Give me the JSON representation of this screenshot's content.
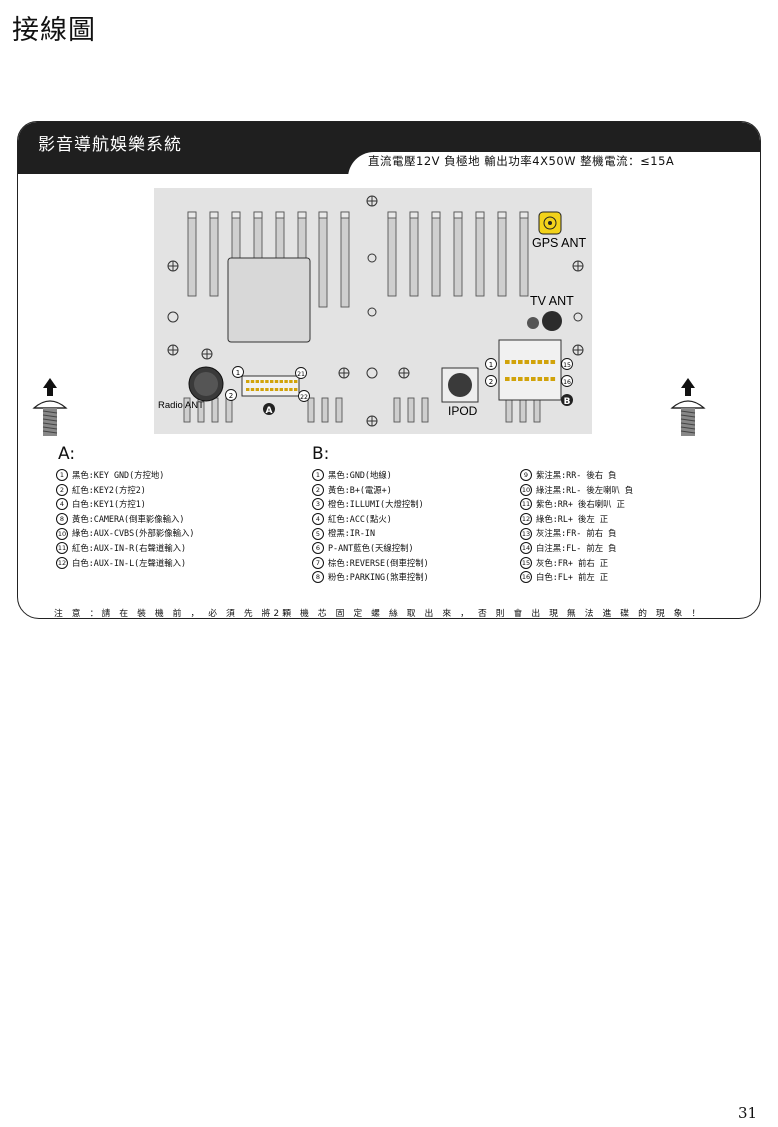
{
  "page": {
    "title": "接線圖",
    "page_number": "31"
  },
  "panel": {
    "title": "影音導航娛樂系統",
    "spec": "直流電壓12V 負極地 輸出功率4X50W 整機電流：≤15A"
  },
  "diagram": {
    "labels": {
      "gps_ant": "GPS ANT",
      "tv_ant": "TV ANT",
      "radio_ant": "Radio ANT",
      "ipod": "IPOD",
      "connector_a": "A",
      "connector_b": "B",
      "a_pin_first": "1",
      "a_pin_second": "2",
      "a_pin_21": "21",
      "a_pin_22": "22",
      "b_pin_first": "1",
      "b_pin_second": "2",
      "b_pin_15": "15",
      "b_pin_16": "16"
    },
    "colors": {
      "gps_ant": "#f2d21a",
      "panel_bg": "#e3e3e3",
      "dark": "#3a3a3a"
    }
  },
  "group_a": {
    "heading": "A:",
    "items": [
      {
        "num": "1",
        "text": "黑色:KEY GND(方控地)"
      },
      {
        "num": "2",
        "text": "紅色:KEY2(方控2)"
      },
      {
        "num": "4",
        "text": "白色:KEY1(方控1)"
      },
      {
        "num": "8",
        "text": "黃色:CAMERA(倒車影像輸入)"
      },
      {
        "num": "10",
        "text": "綠色:AUX-CVBS(外部影像輸入)"
      },
      {
        "num": "11",
        "text": "紅色:AUX-IN-R(右聲道輸入)"
      },
      {
        "num": "12",
        "text": "白色:AUX-IN-L(左聲道輸入)"
      }
    ]
  },
  "group_b": {
    "heading": "B:",
    "items": [
      {
        "num": "1",
        "text": "黑色:GND(地線)"
      },
      {
        "num": "2",
        "text": "黃色:B+(電源+)"
      },
      {
        "num": "3",
        "text": "橙色:ILLUMI(大燈控制)"
      },
      {
        "num": "4",
        "text": "紅色:ACC(點火)"
      },
      {
        "num": "5",
        "text": "橙黑:IR-IN"
      },
      {
        "num": "6",
        "text": "P-ANT藍色(天線控制)"
      },
      {
        "num": "7",
        "text": "棕色:REVERSE(倒車控制)"
      },
      {
        "num": "8",
        "text": "粉色:PARKING(煞車控制)"
      }
    ]
  },
  "group_c": {
    "items": [
      {
        "num": "9",
        "text": "紫注黑:RR- 後右 負"
      },
      {
        "num": "10",
        "text": "綠注黑:RL- 後左喇叭 負"
      },
      {
        "num": "11",
        "text": "紫色:RR+ 後右喇叭 正"
      },
      {
        "num": "12",
        "text": "綠色:RL+ 後左 正"
      },
      {
        "num": "13",
        "text": "灰注黑:FR- 前右 負"
      },
      {
        "num": "14",
        "text": "白注黑:FL- 前左 負"
      },
      {
        "num": "15",
        "text": "灰色:FR+ 前右 正"
      },
      {
        "num": "16",
        "text": "白色:FL+ 前左 正"
      }
    ]
  },
  "note": "注 意 ：請 在 裝 機 前 ， 必 須 先 將2顆 機 芯 固 定 螺 絲 取 出 來 ， 否 則 會 出 現 無 法 進 碟 的 現 象 ！"
}
